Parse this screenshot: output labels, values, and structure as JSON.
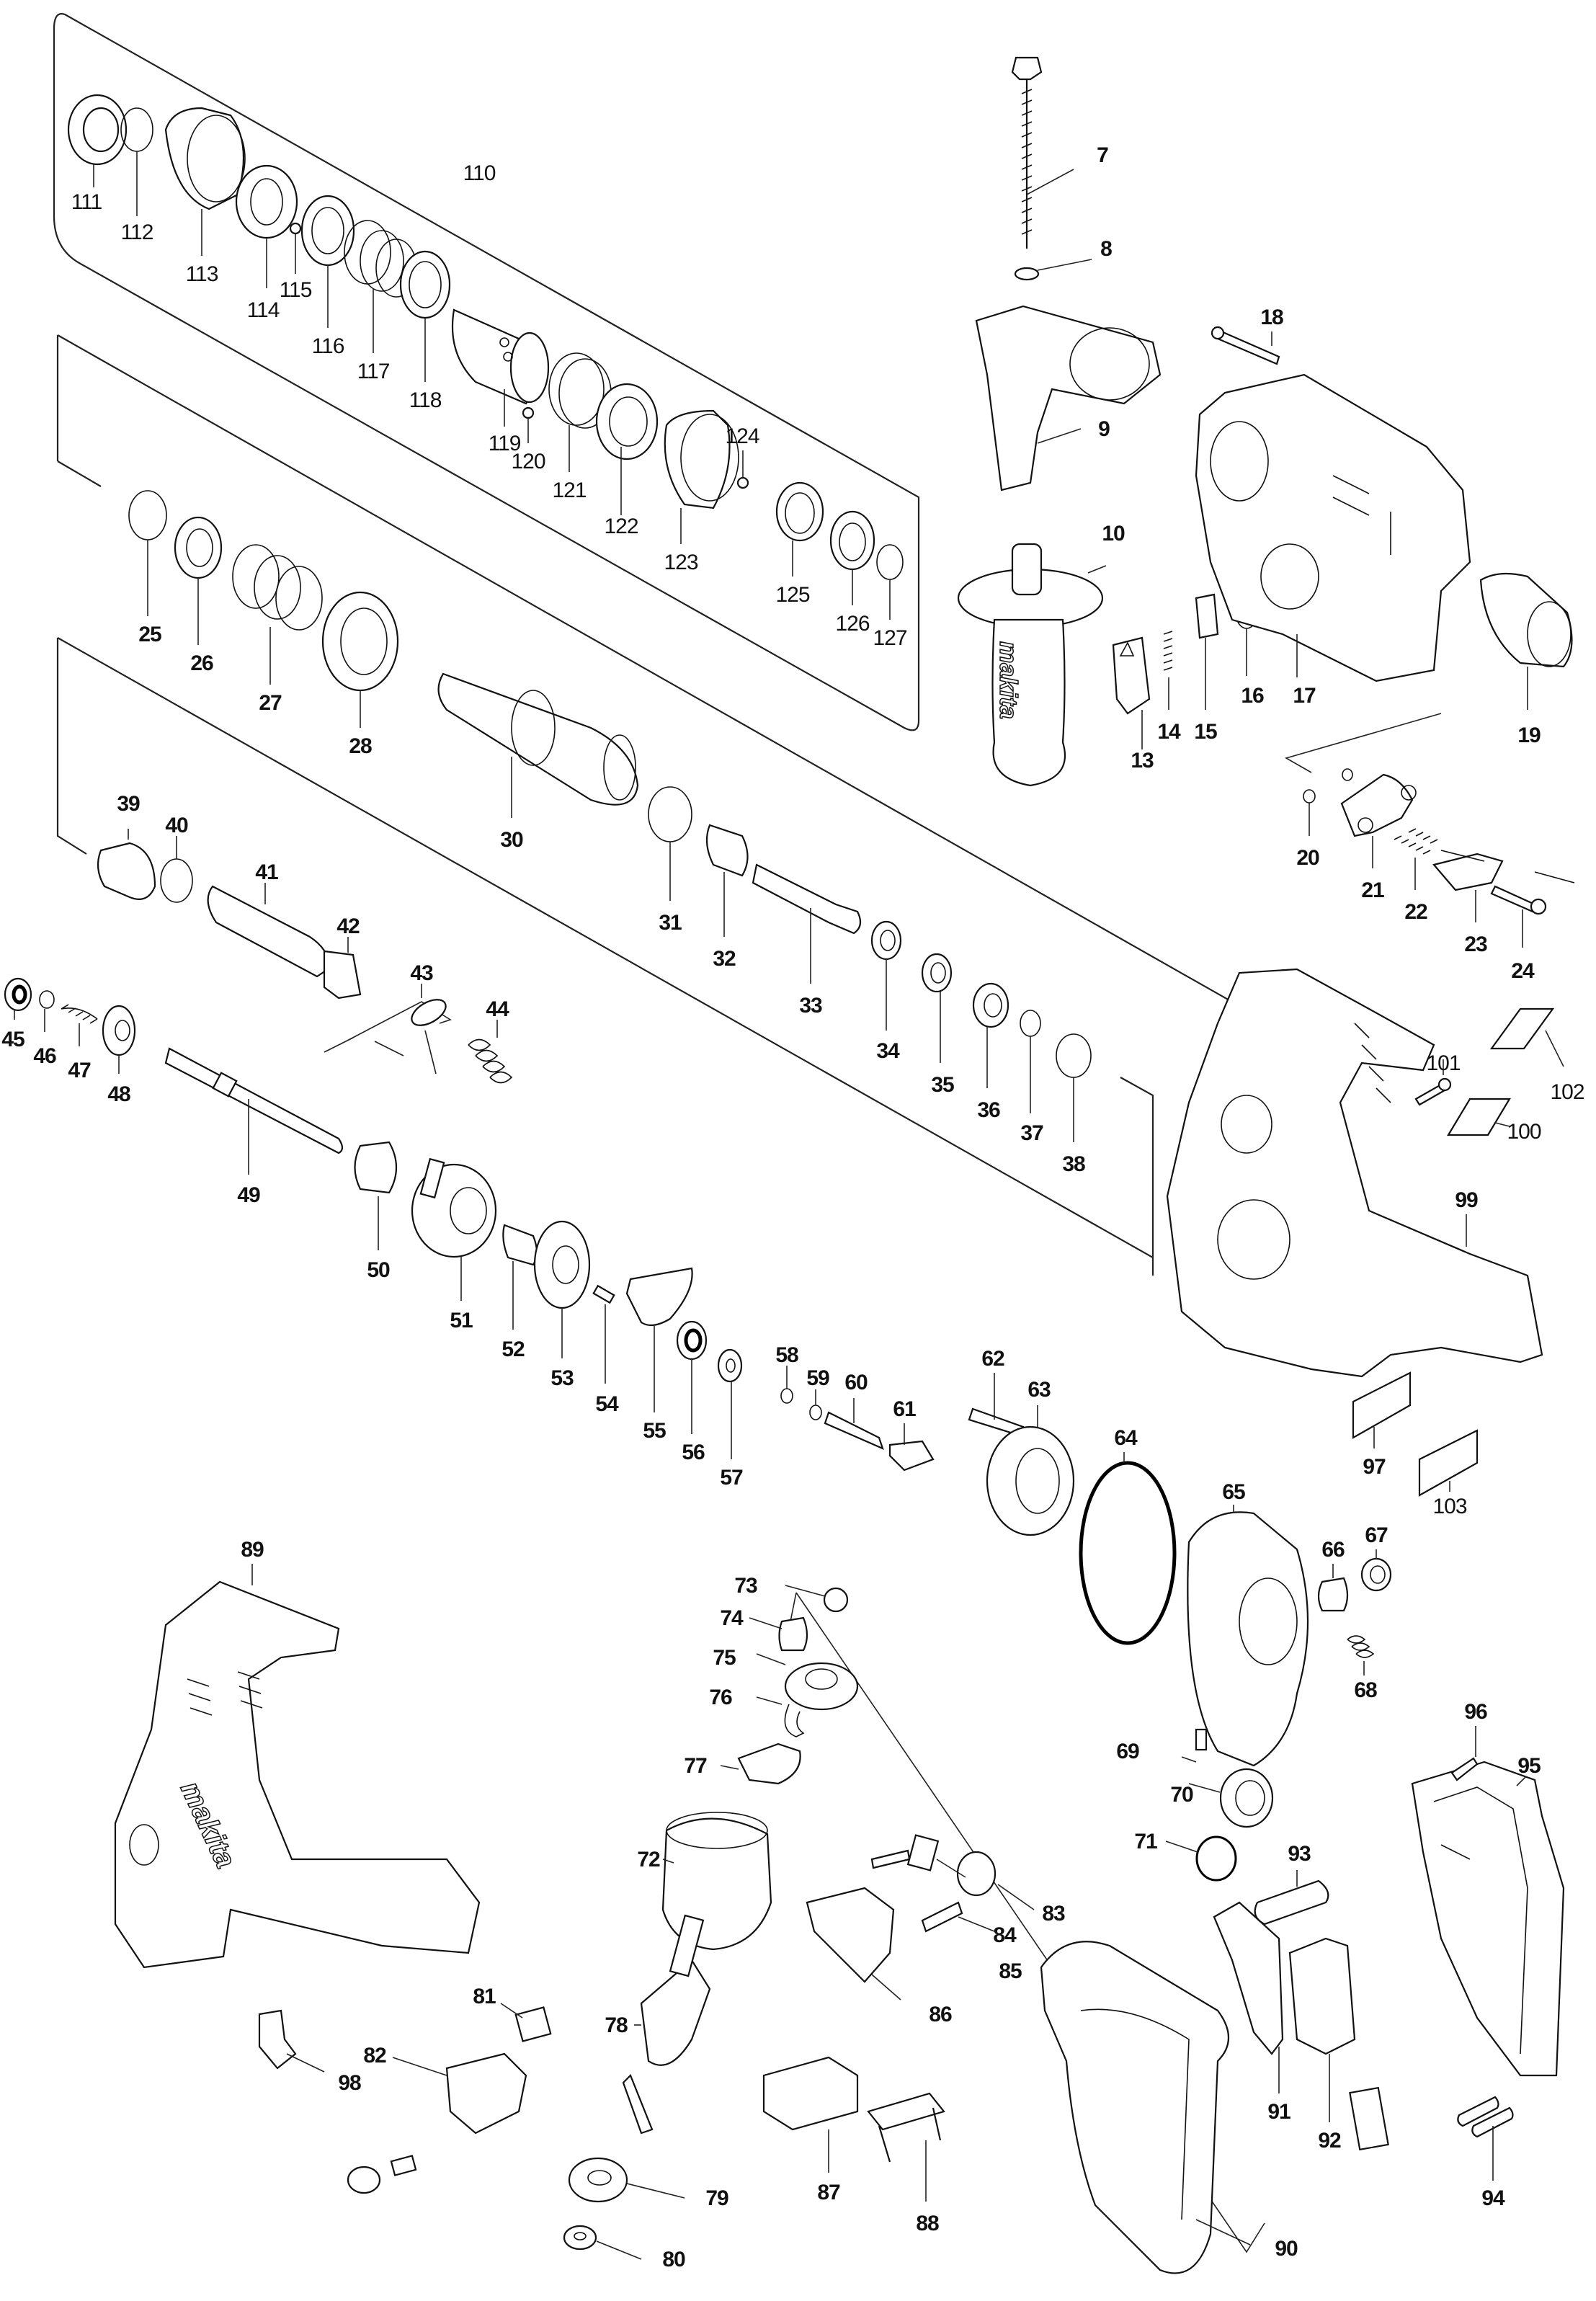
{
  "diagram": {
    "title": "Exploded parts view (rotary hammer)",
    "brand_text": "makita",
    "accent_color": "#111111",
    "background_color": "#ffffff",
    "groups": {
      "front_assembly_box": {
        "label": "110",
        "parts": [
          "111",
          "112",
          "113",
          "114",
          "115",
          "116",
          "117",
          "118",
          "119",
          "120",
          "121",
          "122",
          "123",
          "124",
          "125",
          "126",
          "127"
        ]
      },
      "barrel_box": {
        "parts": [
          "25",
          "26",
          "27",
          "28",
          "30",
          "31",
          "32",
          "33",
          "34",
          "35",
          "36",
          "37",
          "38"
        ]
      },
      "gear_box": {
        "parts": [
          "39",
          "40",
          "41",
          "42",
          "43",
          "44",
          "45",
          "46",
          "47",
          "48",
          "49",
          "50",
          "51",
          "52",
          "53",
          "54",
          "55",
          "56",
          "57"
        ]
      },
      "motor_box": {
        "parts": [
          "73",
          "74",
          "75",
          "76",
          "77",
          "78",
          "79",
          "80",
          "81",
          "82",
          "83",
          "84",
          "85",
          "86",
          "87",
          "88"
        ]
      }
    },
    "labels": {
      "p7": "7",
      "p8": "8",
      "p9": "9",
      "p10": "10",
      "p13": "13",
      "p14": "14",
      "p15": "15",
      "p16": "16",
      "p17": "17",
      "p18": "18",
      "p19": "19",
      "p20": "20",
      "p21": "21",
      "p22": "22",
      "p23": "23",
      "p24": "24",
      "p25": "25",
      "p26": "26",
      "p27": "27",
      "p28": "28",
      "p30": "30",
      "p31": "31",
      "p32": "32",
      "p33": "33",
      "p34": "34",
      "p35": "35",
      "p36": "36",
      "p37": "37",
      "p38": "38",
      "p39": "39",
      "p40": "40",
      "p41": "41",
      "p42": "42",
      "p43": "43",
      "p44": "44",
      "p45": "45",
      "p46": "46",
      "p47": "47",
      "p48": "48",
      "p49": "49",
      "p50": "50",
      "p51": "51",
      "p52": "52",
      "p53": "53",
      "p54": "54",
      "p55": "55",
      "p56": "56",
      "p57": "57",
      "p58": "58",
      "p59": "59",
      "p60": "60",
      "p61": "61",
      "p62": "62",
      "p63": "63",
      "p64": "64",
      "p65": "65",
      "p66": "66",
      "p67": "67",
      "p68": "68",
      "p69": "69",
      "p70": "70",
      "p71": "71",
      "p72": "72",
      "p73": "73",
      "p74": "74",
      "p75": "75",
      "p76": "76",
      "p77": "77",
      "p78": "78",
      "p79": "79",
      "p80": "80",
      "p81": "81",
      "p82": "82",
      "p83": "83",
      "p84": "84",
      "p85": "85",
      "p86": "86",
      "p87": "87",
      "p88": "88",
      "p89": "89",
      "p90": "90",
      "p91": "91",
      "p92": "92",
      "p93": "93",
      "p94": "94",
      "p95": "95",
      "p96": "96",
      "p97": "97",
      "p98": "98",
      "p99": "99",
      "p100": "100",
      "p101": "101",
      "p102": "102",
      "p103": "103",
      "p110": "110",
      "p111": "111",
      "p112": "112",
      "p113": "113",
      "p114": "114",
      "p115": "115",
      "p116": "116",
      "p117": "117",
      "p118": "118",
      "p119": "119",
      "p120": "120",
      "p121": "121",
      "p122": "122",
      "p123": "123",
      "p124": "124",
      "p125": "125",
      "p126": "126",
      "p127": "127"
    }
  }
}
